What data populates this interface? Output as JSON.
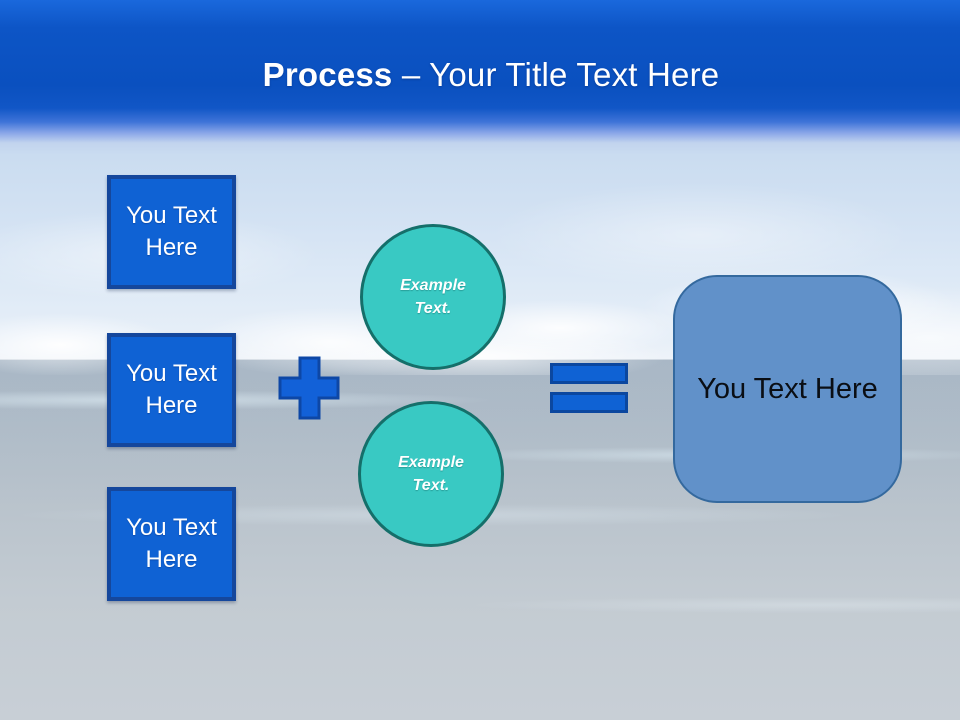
{
  "slide": {
    "title": {
      "bold": "Process",
      "rest": " – Your Title Text Here"
    },
    "left_boxes": [
      {
        "label": "You Text Here"
      },
      {
        "label": "You Text Here"
      },
      {
        "label": "You Text Here"
      }
    ],
    "circles": [
      {
        "label": "Example Text."
      },
      {
        "label": "Example Text."
      }
    ],
    "icons": {
      "plus": "plus-icon",
      "equals": "equals-icon"
    },
    "result_box": {
      "label": "You Text Here"
    }
  },
  "colors": {
    "header_blue": "#0a50bf",
    "box_fill": "#0f62d4",
    "box_border": "#15479c",
    "circle_fill": "#39c9c3",
    "circle_border": "#156f6a",
    "plus_fill": "#1261d8",
    "plus_border": "#0d47a6",
    "equals_border": "#0b479f",
    "result_fill": "#6191c9",
    "result_border": "#34699e",
    "title_text": "#ffffff",
    "result_text": "#0a0e14",
    "sky": "#d3e2f3",
    "ocean": "#b6c1cb"
  }
}
